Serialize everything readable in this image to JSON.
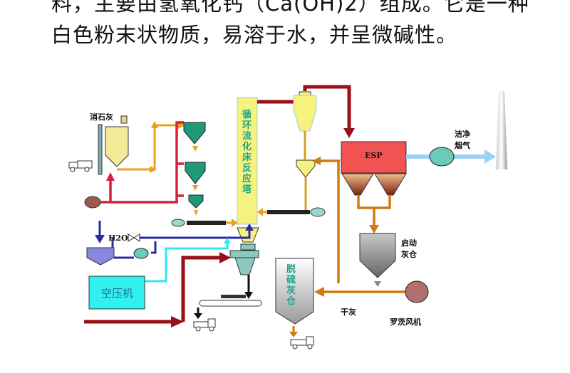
{
  "text": {
    "line1": "料，主要由氢氧化钙（Ca(OH)2）组成。它是一种",
    "line2": "白色粉末状物质，易溶于水，并呈微碱性。"
  },
  "diagram": {
    "slaked_lime": "消石灰",
    "reactor": [
      "循",
      "环",
      "流",
      "化",
      "床",
      "反",
      "应",
      "塔"
    ],
    "esp": "ESP",
    "clean_gas": [
      "洁净",
      "烟气"
    ],
    "startup_silo": [
      "启动",
      "灰仓"
    ],
    "roots_blower": "罗茨风机",
    "dry_ash": "干灰",
    "desulf_silo": [
      "脱",
      "硫",
      "灰",
      "仓"
    ],
    "water": "H2O",
    "air_compressor": "空压机"
  },
  "colors": {
    "reactor": "#f6f27e",
    "esp": "#f25252",
    "flue_pipe": "#9b0f16",
    "ash_line": "#d07a12",
    "lime_line": "#e8a020",
    "air_pipe": "#d8203a",
    "water_line": "#2a2aa8",
    "compressed_air": "#30e8f0",
    "clean_gas": "#9cd0f4"
  }
}
